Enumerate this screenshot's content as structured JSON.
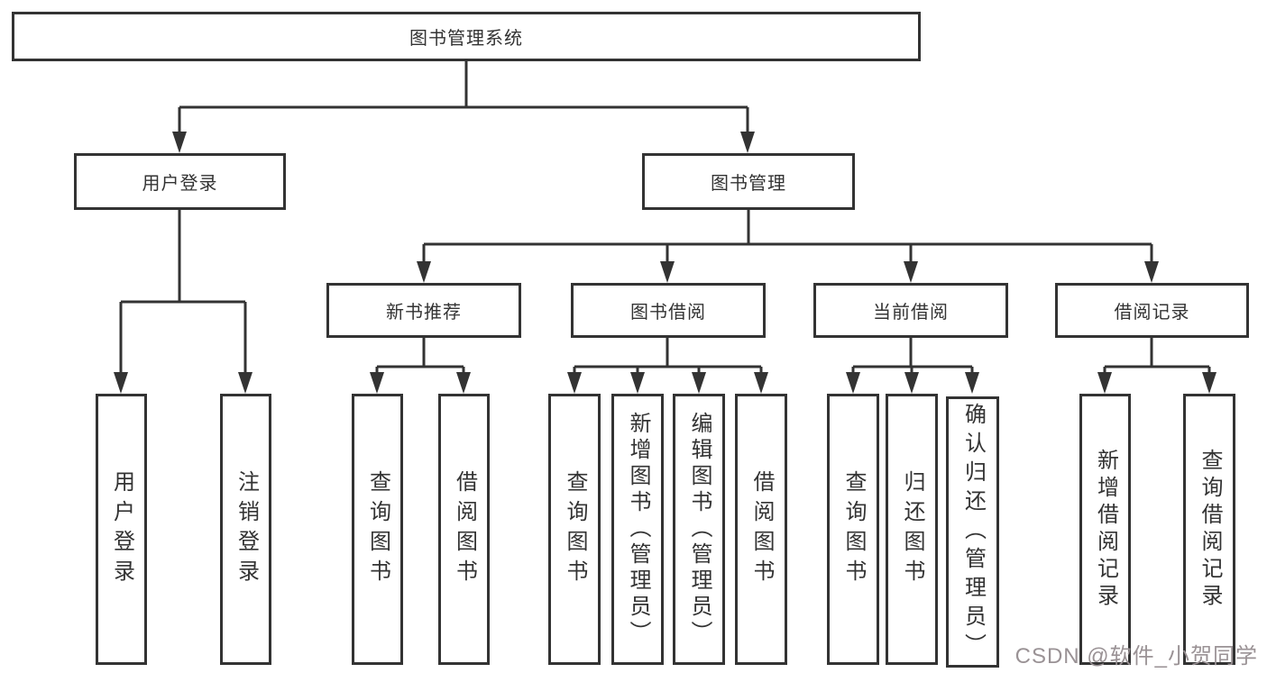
{
  "tree": {
    "root": {
      "label": "图书管理系统",
      "children": [
        {
          "label": "用户登录",
          "children": [
            {
              "label": "用户登录"
            },
            {
              "label": "注销登录"
            }
          ]
        },
        {
          "label": "图书管理",
          "children": [
            {
              "label": "新书推荐",
              "children": [
                {
                  "label": "查询图书"
                },
                {
                  "label": "借阅图书"
                }
              ]
            },
            {
              "label": "图书借阅",
              "children": [
                {
                  "label": "查询图书"
                },
                {
                  "label": "新增图书（管理员）"
                },
                {
                  "label": "编辑图书（管理员）"
                },
                {
                  "label": "借阅图书"
                }
              ]
            },
            {
              "label": "当前借阅",
              "children": [
                {
                  "label": "查询图书"
                },
                {
                  "label": "归还图书"
                },
                {
                  "label": "确认归还（管理员）"
                }
              ]
            },
            {
              "label": "借阅记录",
              "children": [
                {
                  "label": "新增借阅记录"
                },
                {
                  "label": "查询借阅记录"
                }
              ]
            }
          ]
        }
      ]
    }
  },
  "watermark": {
    "text": "CSDN @软件_小贺同学"
  },
  "colors": {
    "bg": "#ffffff",
    "line": "#333333",
    "text": "#333333",
    "watermark": "#9a9295"
  }
}
